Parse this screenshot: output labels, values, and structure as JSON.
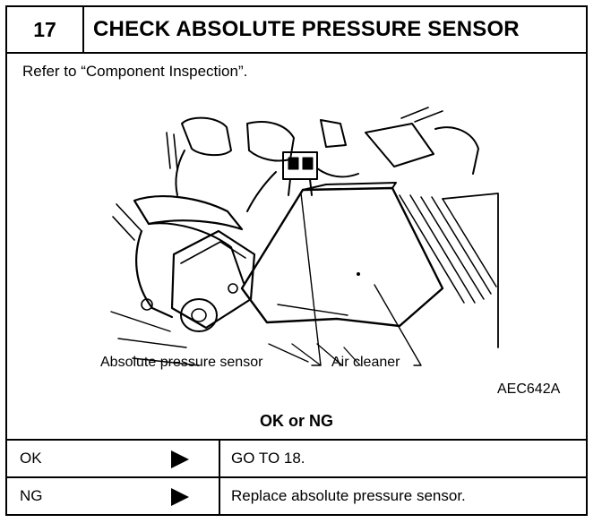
{
  "header": {
    "step_number": "17",
    "title": "CHECK ABSOLUTE PRESSURE SENSOR"
  },
  "instruction": "Refer to “Component Inspection”.",
  "figure": {
    "callouts": [
      "Absolute pressure sensor",
      "Air cleaner"
    ],
    "reference_code": "AEC642A"
  },
  "result_header": "OK or NG",
  "results": [
    {
      "code": "OK",
      "action": "GO TO 18."
    },
    {
      "code": "NG",
      "action": "Replace absolute pressure sensor."
    }
  ]
}
